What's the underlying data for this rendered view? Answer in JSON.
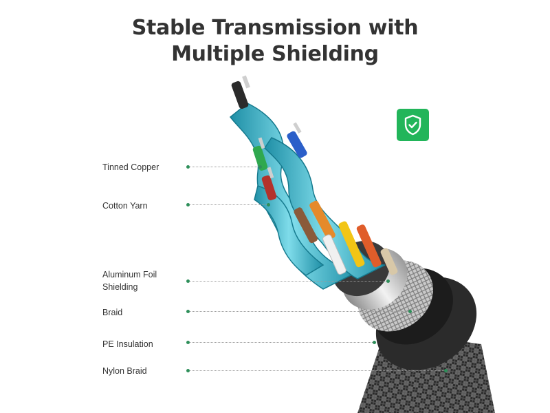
{
  "title": {
    "line1": "Stable Transmission with",
    "line2": "Multiple Shielding"
  },
  "labels": {
    "tinned_copper": "Tinned Copper",
    "cotton_yarn": "Cotton Yarn",
    "aluminum_foil_line1": "Aluminum Foil",
    "aluminum_foil_line2": "Shielding",
    "braid": "Braid",
    "pe_insulation": "PE Insulation",
    "nylon_braid": "Nylon Braid"
  },
  "icons": {
    "badge": "shield-check-icon"
  },
  "colors": {
    "title": "#333333",
    "label": "#333333",
    "accent_green": "#22b55a",
    "leader_dot": "#2e8f5a",
    "cotton_yarn_blue": "#3ab7c9",
    "jacket": "#2b2b2b"
  }
}
